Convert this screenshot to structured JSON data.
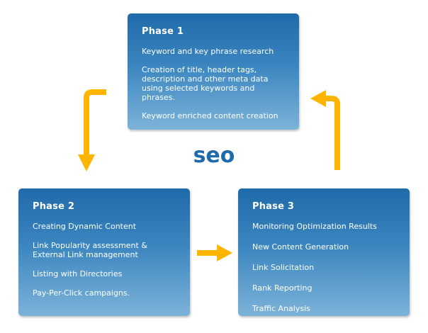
{
  "center_label": "seo",
  "arrow_color": "#ffb400",
  "phases": [
    {
      "title": "Phase 1",
      "items": [
        "Keyword and key phrase research",
        "Creation of title, header tags, description and other meta data using selected keywords and phrases.",
        "Keyword enriched content creation"
      ]
    },
    {
      "title": "Phase 2",
      "items": [
        "Creating Dynamic Content",
        "Link Popularity assessment & External Link management",
        "Listing with Directories",
        "Pay-Per-Click campaigns."
      ]
    },
    {
      "title": "Phase 3",
      "items": [
        "Monitoring Optimization Results",
        "New Content Generation",
        "Link Solicitation",
        "Rank Reporting",
        "Traffic Analysis"
      ]
    }
  ]
}
